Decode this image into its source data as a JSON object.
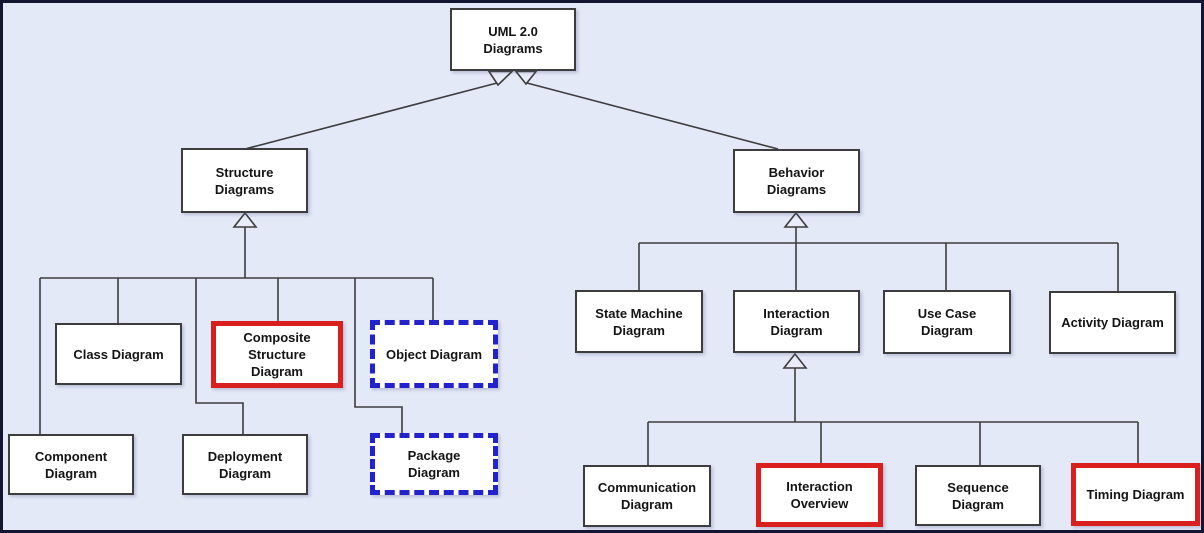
{
  "colors": {
    "background": "#e4e9f8",
    "frame_border": "#141433",
    "box_fill": "#ffffff",
    "box_border": "#3d3d3d",
    "connector": "#3d3d3d",
    "highlight_red_outline": "#da1f1f",
    "highlight_blue_dashed_outline": "#2323cd",
    "text": "#141414"
  },
  "nodes": {
    "uml": {
      "label": "UML 2.0\nDiagrams",
      "emphasis": "none"
    },
    "structure": {
      "label": "Structure\nDiagrams",
      "emphasis": "none"
    },
    "behavior": {
      "label": "Behavior\nDiagrams",
      "emphasis": "none"
    },
    "class": {
      "label": "Class Diagram",
      "emphasis": "none"
    },
    "composite": {
      "label": "Composite\nStructure\nDiagram",
      "emphasis": "red-outline"
    },
    "object": {
      "label": "Object Diagram",
      "emphasis": "blue-dashed-outline"
    },
    "component": {
      "label": "Component\nDiagram",
      "emphasis": "none"
    },
    "deployment": {
      "label": "Deployment\nDiagram",
      "emphasis": "none"
    },
    "package": {
      "label": "Package\nDiagram",
      "emphasis": "blue-dashed-outline"
    },
    "state_machine": {
      "label": "State Machine\nDiagram",
      "emphasis": "none"
    },
    "interaction": {
      "label": "Interaction\nDiagram",
      "emphasis": "none"
    },
    "use_case": {
      "label": "Use Case\nDiagram",
      "emphasis": "none"
    },
    "activity": {
      "label": "Activity Diagram",
      "emphasis": "none"
    },
    "communication": {
      "label": "Communication\nDiagram",
      "emphasis": "none"
    },
    "interaction_overview": {
      "label": "Interaction\nOverview",
      "emphasis": "red-outline"
    },
    "sequence": {
      "label": "Sequence\nDiagram",
      "emphasis": "none"
    },
    "timing": {
      "label": "Timing Diagram",
      "emphasis": "red-outline"
    }
  },
  "relationships": [
    {
      "type": "generalization",
      "parent": "UML 2.0 Diagrams",
      "children": [
        "Structure Diagrams",
        "Behavior Diagrams"
      ]
    },
    {
      "type": "generalization",
      "parent": "Structure Diagrams",
      "children": [
        "Class Diagram",
        "Composite Structure Diagram",
        "Object Diagram",
        "Component Diagram",
        "Deployment Diagram",
        "Package Diagram"
      ]
    },
    {
      "type": "generalization",
      "parent": "Behavior Diagrams",
      "children": [
        "State Machine Diagram",
        "Interaction Diagram",
        "Use Case Diagram",
        "Activity Diagram"
      ]
    },
    {
      "type": "generalization",
      "parent": "Interaction Diagram",
      "children": [
        "Communication Diagram",
        "Interaction Overview",
        "Sequence Diagram",
        "Timing Diagram"
      ]
    }
  ]
}
